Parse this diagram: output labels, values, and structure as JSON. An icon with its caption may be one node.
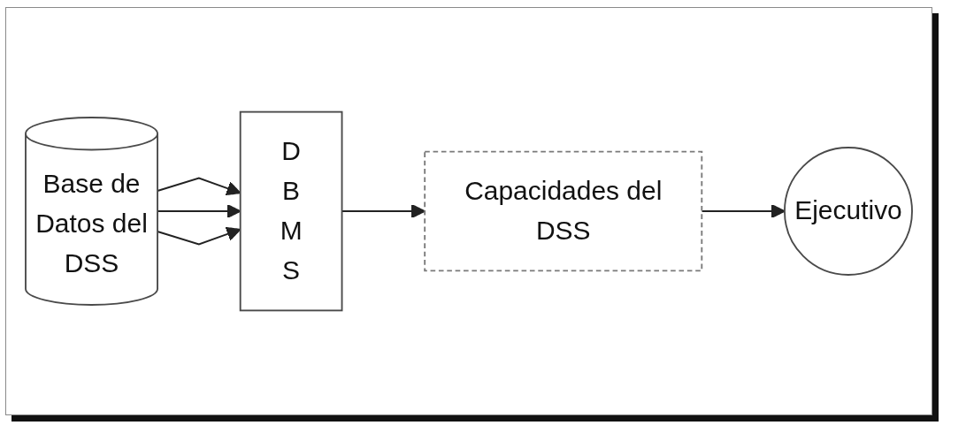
{
  "diagram": {
    "nodes": [
      {
        "text": [
          "Base de Datos del DSS"
        ]
      },
      {
        "text": [
          "D B M S"
        ]
      },
      {
        "text": [
          "Capacidades del DSS"
        ]
      },
      {
        "text": [
          "Ejecutivo"
        ]
      }
    ],
    "edges": [
      {
        "from": 0,
        "to": 1,
        "arrow": "to"
      },
      {
        "from": 0,
        "to": 1,
        "arrow": "to"
      },
      {
        "from": 0,
        "to": 1,
        "arrow": "to"
      },
      {
        "from": 1,
        "to": 2,
        "arrow": "to"
      },
      {
        "from": 2,
        "to": 3,
        "arrow": "to"
      }
    ]
  }
}
